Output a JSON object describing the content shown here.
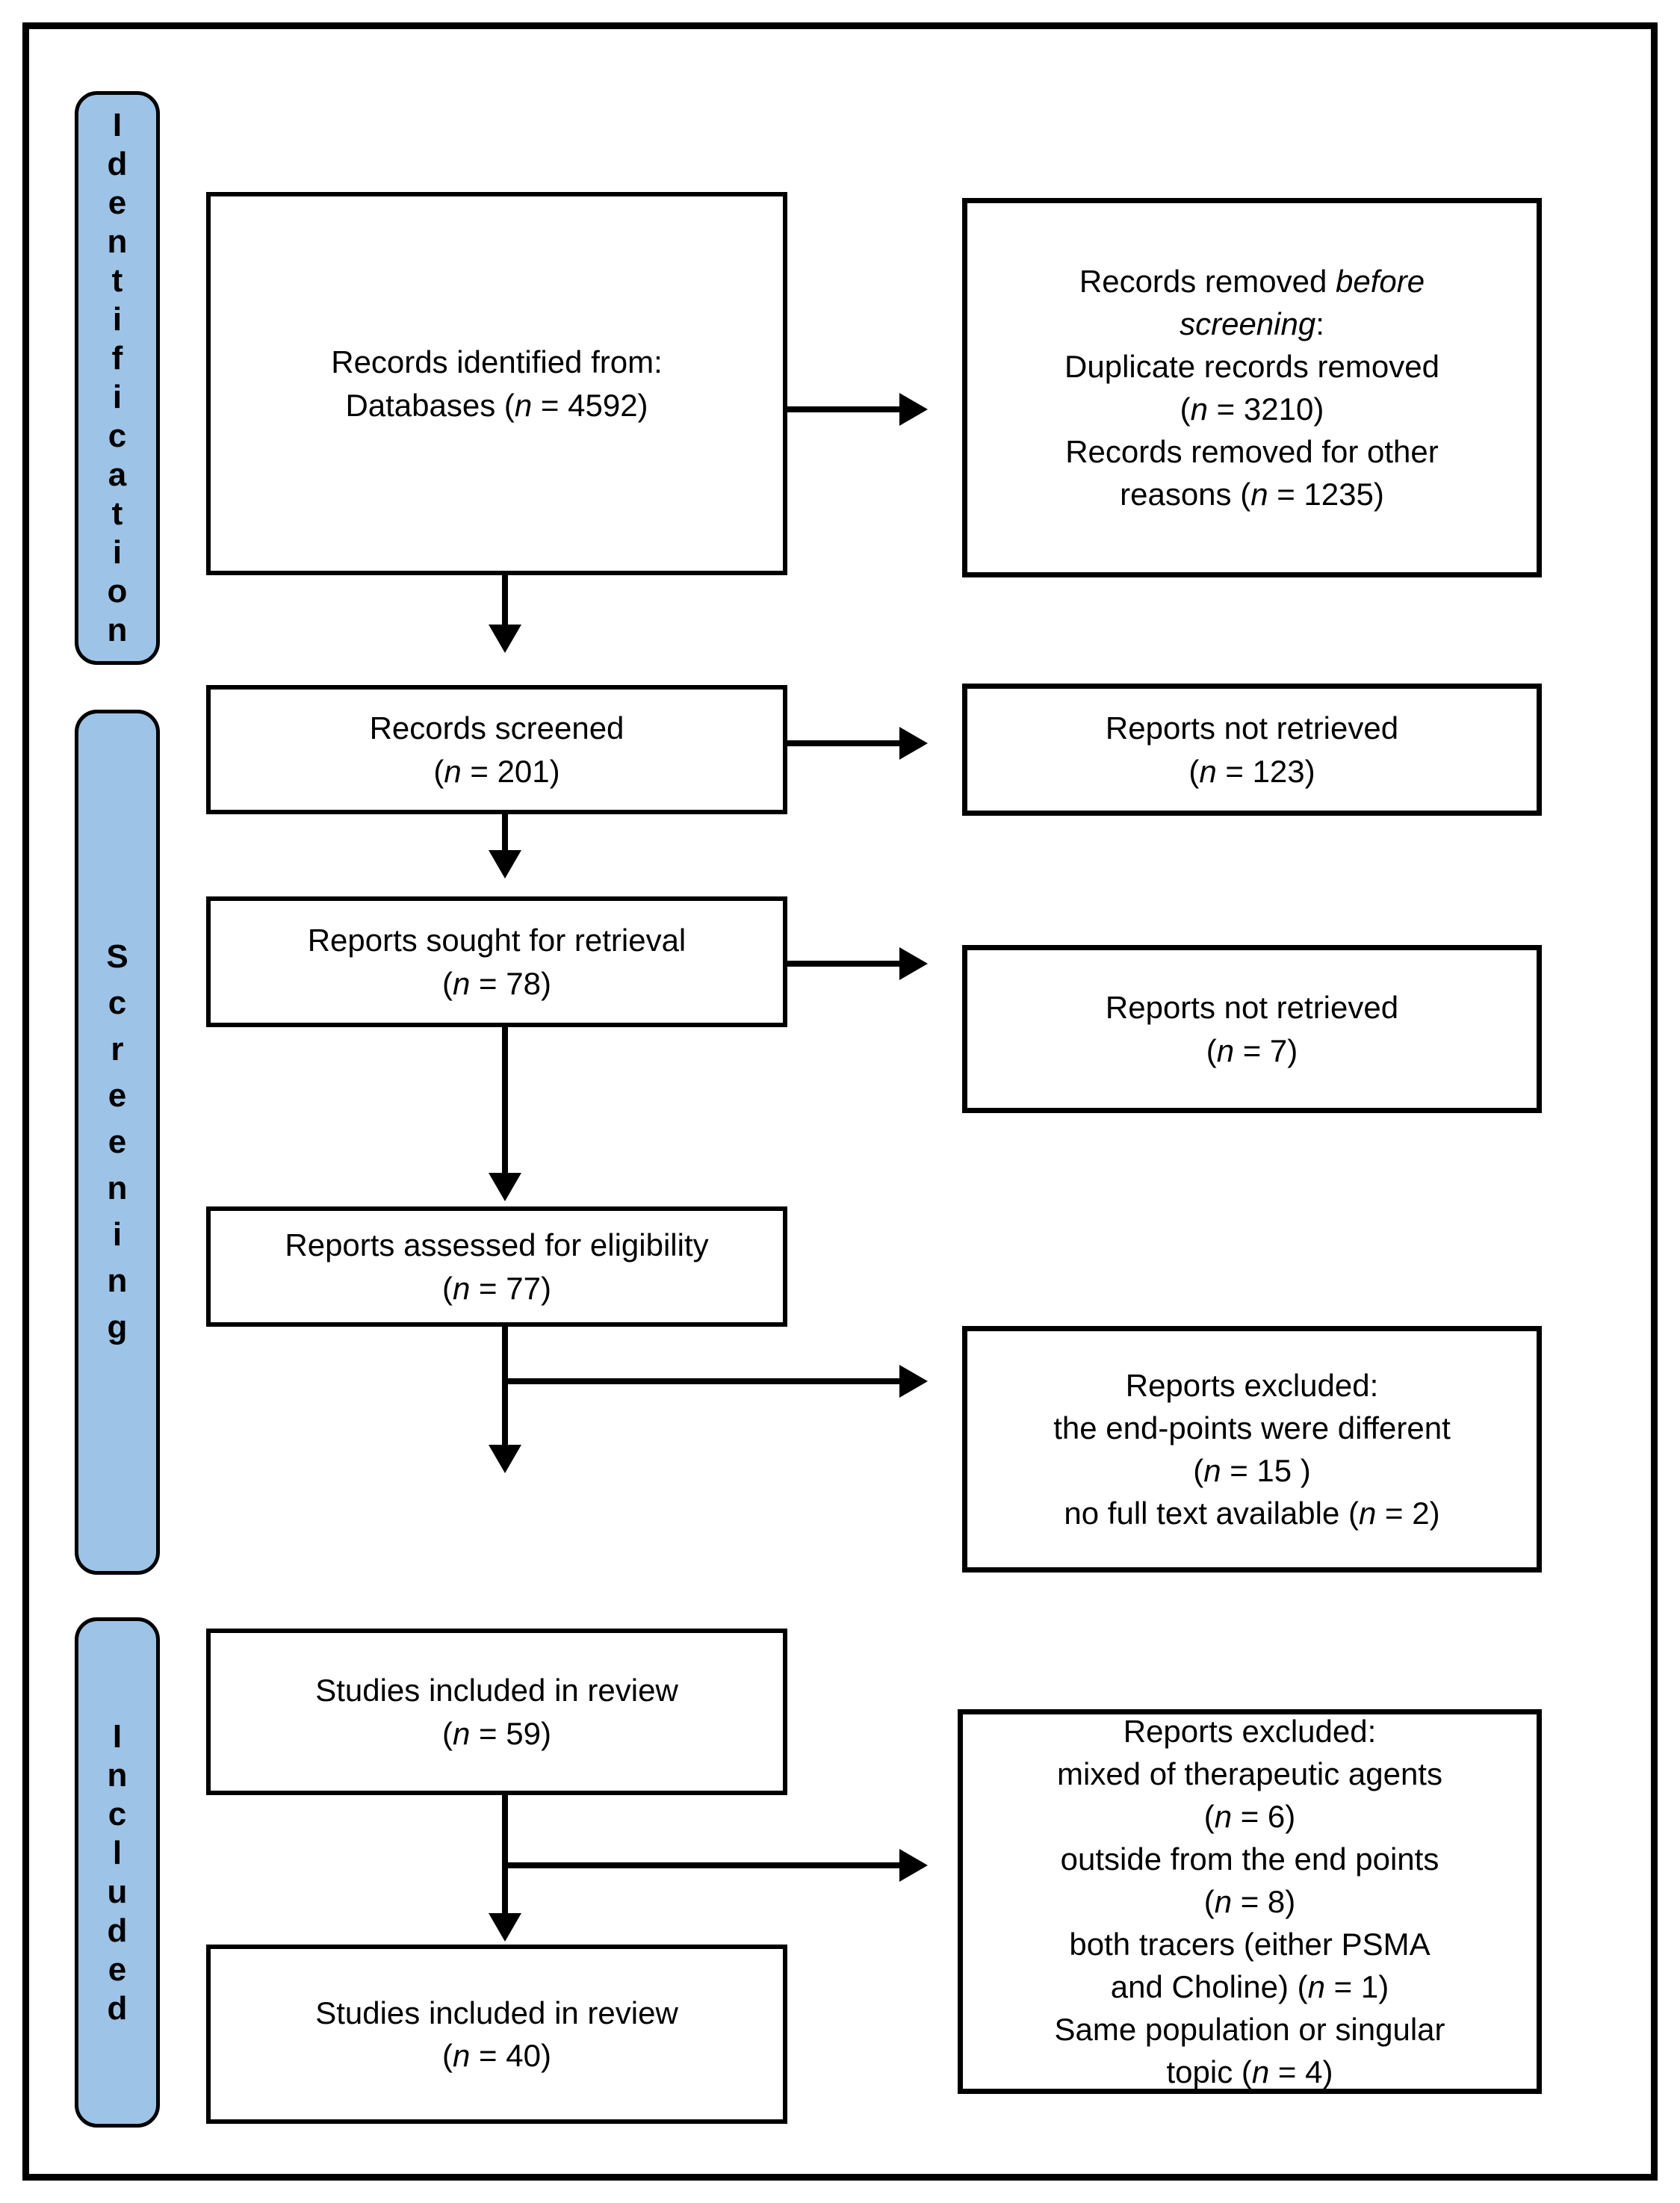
{
  "colors": {
    "stage_fill": "#9DC3E6",
    "line": "#000000",
    "box_fill": "#FFFFFF",
    "background": "#FFFFFF"
  },
  "stages": [
    {
      "id": "identification",
      "label": "Identification"
    },
    {
      "id": "screening",
      "label": "Screening"
    },
    {
      "id": "included",
      "label": "Included"
    }
  ],
  "boxes": {
    "records_identified": {
      "lines": [
        [
          {
            "t": "Records identified from:"
          }
        ],
        [
          {
            "t": "Databases ("
          },
          {
            "t": "n",
            "i": true
          },
          {
            "t": " = 4592)"
          }
        ]
      ]
    },
    "records_removed_before_screening": {
      "lines": [
        [
          {
            "t": "Records removed "
          },
          {
            "t": "before",
            "i": true
          }
        ],
        [
          {
            "t": "screening",
            "i": true
          },
          {
            "t": ":"
          }
        ],
        [
          {
            "t": "Duplicate records removed"
          }
        ],
        [
          {
            "t": "("
          },
          {
            "t": "n",
            "i": true
          },
          {
            "t": " = 3210)"
          }
        ],
        [
          {
            "t": "Records removed for other"
          }
        ],
        [
          {
            "t": "reasons ("
          },
          {
            "t": "n",
            "i": true
          },
          {
            "t": " = 1235)"
          }
        ]
      ]
    },
    "records_screened": {
      "lines": [
        [
          {
            "t": "Records screened"
          }
        ],
        [
          {
            "t": "("
          },
          {
            "t": "n",
            "i": true
          },
          {
            "t": " = 201)"
          }
        ]
      ]
    },
    "reports_not_retrieved_screening": {
      "lines": [
        [
          {
            "t": "Reports not retrieved"
          }
        ],
        [
          {
            "t": "("
          },
          {
            "t": "n",
            "i": true
          },
          {
            "t": " = 123)"
          }
        ]
      ]
    },
    "reports_sought_for_retrieval": {
      "lines": [
        [
          {
            "t": "Reports sought for retrieval"
          }
        ],
        [
          {
            "t": "("
          },
          {
            "t": "n",
            "i": true
          },
          {
            "t": " = 78)"
          }
        ]
      ]
    },
    "reports_not_retrieved_retrieval": {
      "lines": [
        [
          {
            "t": "Reports not retrieved"
          }
        ],
        [
          {
            "t": "("
          },
          {
            "t": "n",
            "i": true
          },
          {
            "t": " = 7)"
          }
        ]
      ]
    },
    "reports_assessed_for_eligibility": {
      "lines": [
        [
          {
            "t": "Reports assessed for eligibility"
          }
        ],
        [
          {
            "t": "("
          },
          {
            "t": "n",
            "i": true
          },
          {
            "t": " = 77)"
          }
        ]
      ]
    },
    "reports_excluded_eligibility": {
      "lines": [
        [
          {
            "t": "Reports excluded:"
          }
        ],
        [
          {
            "t": "the end-points were different"
          }
        ],
        [
          {
            "t": "("
          },
          {
            "t": "n",
            "i": true
          },
          {
            "t": " = 15 )"
          }
        ],
        [
          {
            "t": "no full text available ("
          },
          {
            "t": "n",
            "i": true
          },
          {
            "t": " = 2)"
          }
        ]
      ]
    },
    "studies_included_in_review_59": {
      "lines": [
        [
          {
            "t": "Studies included in review"
          }
        ],
        [
          {
            "t": "("
          },
          {
            "t": "n",
            "i": true
          },
          {
            "t": " = 59)"
          }
        ]
      ]
    },
    "reports_excluded_review": {
      "lines": [
        [
          {
            "t": "Reports excluded:"
          }
        ],
        [
          {
            "t": "mixed of therapeutic agents"
          }
        ],
        [
          {
            "t": "("
          },
          {
            "t": "n",
            "i": true
          },
          {
            "t": " = 6)"
          }
        ],
        [
          {
            "t": "outside from the end points"
          }
        ],
        [
          {
            "t": "("
          },
          {
            "t": "n",
            "i": true
          },
          {
            "t": " = 8)"
          }
        ],
        [
          {
            "t": "both tracers (either PSMA"
          }
        ],
        [
          {
            "t": "and Choline) ("
          },
          {
            "t": "n",
            "i": true
          },
          {
            "t": " = 1)"
          }
        ],
        [
          {
            "t": "Same population or singular"
          }
        ],
        [
          {
            "t": "topic ("
          },
          {
            "t": "n",
            "i": true
          },
          {
            "t": " = 4)"
          }
        ]
      ]
    },
    "studies_included_in_review_40": {
      "lines": [
        [
          {
            "t": "Studies included in review"
          }
        ],
        [
          {
            "t": "("
          },
          {
            "t": "n",
            "i": true
          },
          {
            "t": " = 40)"
          }
        ]
      ]
    }
  }
}
